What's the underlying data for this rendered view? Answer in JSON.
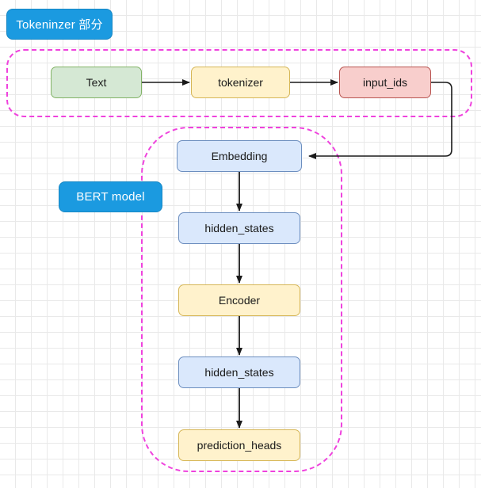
{
  "diagram": {
    "title_badges": [
      {
        "id": "tokenizer-section",
        "label": "Tokeninzer 部分",
        "color": "#1b9ae0"
      },
      {
        "id": "bert-model",
        "label": "BERT model",
        "color": "#1b9ae0"
      }
    ],
    "groups": [
      {
        "id": "tokenizer-group",
        "border_color": "#ef42dd",
        "style": "dashed"
      },
      {
        "id": "bert-group",
        "border_color": "#ef42dd",
        "style": "dashed"
      }
    ],
    "nodes": [
      {
        "id": "text",
        "label": "Text",
        "fill": "#d5e8d4",
        "stroke": "#82b366"
      },
      {
        "id": "tokenizer",
        "label": "tokenizer",
        "fill": "#fff2cc",
        "stroke": "#d6b656"
      },
      {
        "id": "input-ids",
        "label": "input_ids",
        "fill": "#f8cecc",
        "stroke": "#b85450"
      },
      {
        "id": "embedding",
        "label": "Embedding",
        "fill": "#dae8fc",
        "stroke": "#6c8ebf"
      },
      {
        "id": "hidden-states-1",
        "label": "hidden_states",
        "fill": "#dae8fc",
        "stroke": "#6c8ebf"
      },
      {
        "id": "encoder",
        "label": "Encoder",
        "fill": "#fff2cc",
        "stroke": "#d6b656"
      },
      {
        "id": "hidden-states-2",
        "label": "hidden_states",
        "fill": "#dae8fc",
        "stroke": "#6c8ebf"
      },
      {
        "id": "prediction-heads",
        "label": "prediction_heads",
        "fill": "#fff2cc",
        "stroke": "#d6b656"
      }
    ],
    "edges": [
      {
        "from": "text",
        "to": "tokenizer",
        "style": "straight"
      },
      {
        "from": "tokenizer",
        "to": "input-ids",
        "style": "straight"
      },
      {
        "from": "input-ids",
        "to": "embedding",
        "style": "elbow"
      },
      {
        "from": "embedding",
        "to": "hidden-states-1",
        "style": "straight"
      },
      {
        "from": "hidden-states-1",
        "to": "encoder",
        "style": "straight"
      },
      {
        "from": "encoder",
        "to": "hidden-states-2",
        "style": "straight"
      },
      {
        "from": "hidden-states-2",
        "to": "prediction-heads",
        "style": "straight"
      }
    ],
    "edge_color": "#1a1a1a"
  }
}
